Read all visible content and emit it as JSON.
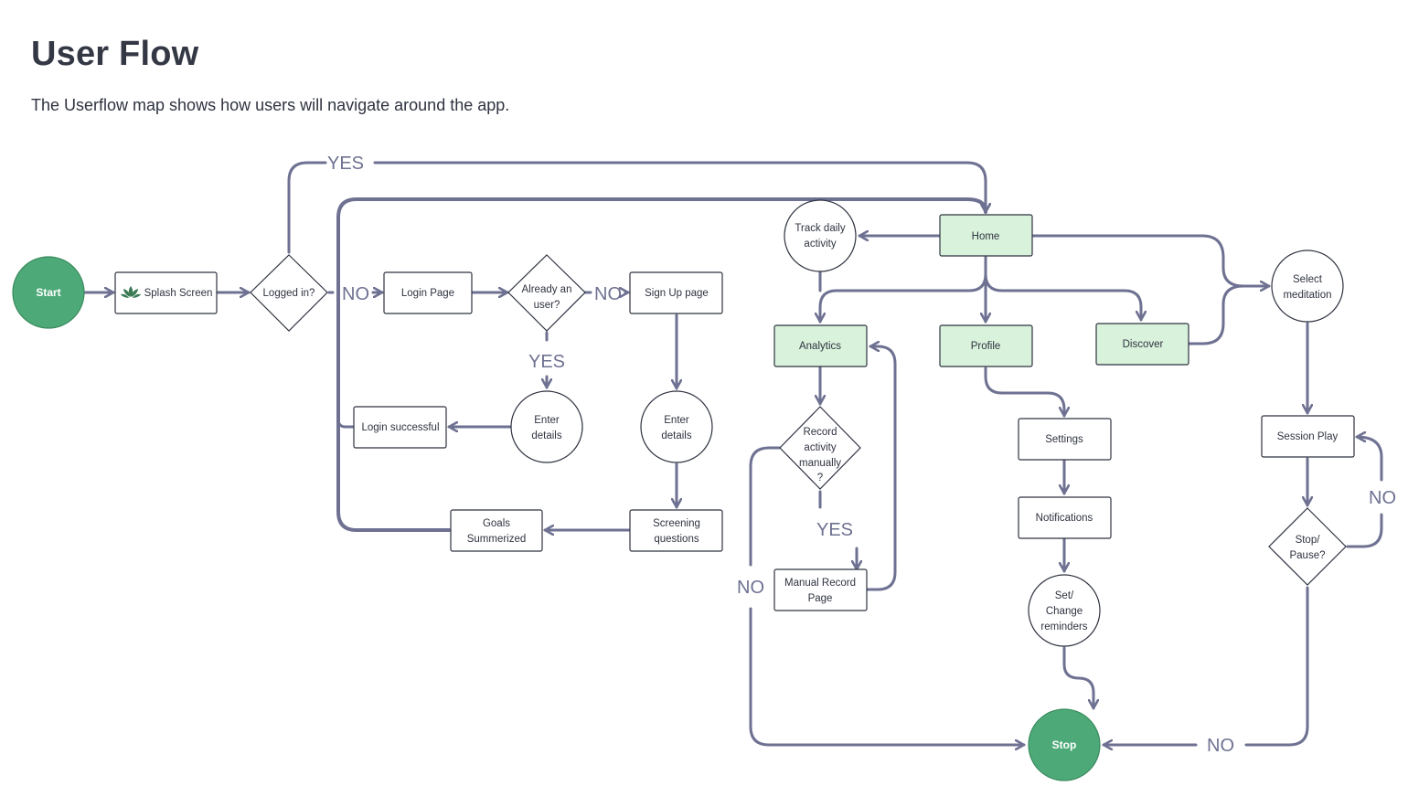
{
  "title": "User Flow",
  "subtitle": "The Userflow map shows how users will navigate around the app.",
  "colors": {
    "connector": "#6e7191",
    "terminal": "#4daa78",
    "highlight_box": "#d9f2dc",
    "outline": "#2f3340"
  },
  "nodes": {
    "start": "Start",
    "splash": "Splash Screen",
    "logged_in": "Logged in?",
    "login_page": "Login Page",
    "already_user": [
      "Already an",
      "user?"
    ],
    "signup_page": "Sign Up page",
    "enter_details_login": [
      "Enter",
      "details"
    ],
    "enter_details_signup": [
      "Enter",
      "details"
    ],
    "login_successful": "Login successful",
    "screening": [
      "Screening",
      "questions"
    ],
    "goals": [
      "Goals",
      "Summerized"
    ],
    "track_daily": [
      "Track daily",
      "activity"
    ],
    "home": "Home",
    "analytics": "Analytics",
    "profile": "Profile",
    "discover": "Discover",
    "select_meditation": [
      "Select",
      "meditation"
    ],
    "record_manually": [
      "Record",
      "activity",
      "manually",
      "?"
    ],
    "manual_record": [
      "Manual Record",
      "Page"
    ],
    "settings": "Settings",
    "notifications": "Notifications",
    "reminders": [
      "Set/",
      "Change",
      "reminders"
    ],
    "session_play": "Session Play",
    "stop_pause": [
      "Stop/",
      "Pause?"
    ],
    "stop": "Stop"
  },
  "conditions": {
    "logged_yes": "YES",
    "logged_no": "NO",
    "already_no": "NO",
    "already_yes": "YES",
    "record_yes": "YES",
    "record_no": "NO",
    "pause_no": "NO",
    "stop_no": "NO"
  },
  "icons": {
    "splash": "lotus-icon"
  }
}
